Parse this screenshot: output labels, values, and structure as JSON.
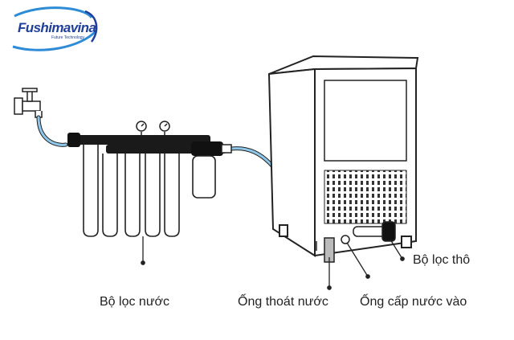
{
  "logo": {
    "brand": "Fushimavina",
    "tagline": "Future Technology",
    "color": "#1f3f9a",
    "accent": "#2e8bd6"
  },
  "labels": {
    "filter_system": "Bộ lọc nước",
    "drain_pipe": "Ống thoát nước",
    "inlet_pipe": "Ống cấp nước vào",
    "coarse_filter": "Bộ lọc thô"
  },
  "colors": {
    "water_pipe": "#8ec7ea",
    "outline": "#222222"
  },
  "icons": [
    "water-tap-icon",
    "pressure-gauge-icon"
  ]
}
